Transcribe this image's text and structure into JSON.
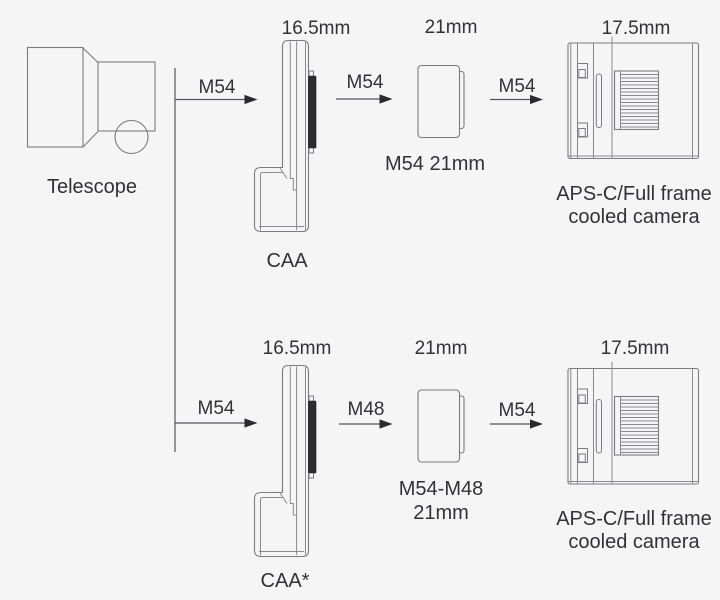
{
  "page": {
    "background": "#f5f5f6",
    "line_color": "#7b7b80",
    "arrow_color": "#55555a",
    "arrowhead_color": "#2b2b2e",
    "strip_color": "#2c2c2e",
    "text_color": "#323236"
  },
  "telescope": {
    "label": "Telescope"
  },
  "rows": [
    {
      "branch_thread": "M54",
      "caa": {
        "size": "16.5mm",
        "name": "CAA"
      },
      "spacer_thread": "M54",
      "spacer": {
        "size": "21mm",
        "label1": "M54 21mm"
      },
      "camera_thread": "M54",
      "camera": {
        "size": "17.5mm",
        "label1": "APS-C/Full frame",
        "label2": "cooled camera"
      }
    },
    {
      "branch_thread": "M54",
      "caa": {
        "size": "16.5mm",
        "name": "CAA*"
      },
      "spacer_thread": "M48",
      "spacer": {
        "size": "21mm",
        "label1": "M54-M48",
        "label2": "21mm"
      },
      "camera_thread": "M54",
      "camera": {
        "size": "17.5mm",
        "label1": "APS-C/Full frame",
        "label2": "cooled camera"
      }
    }
  ]
}
